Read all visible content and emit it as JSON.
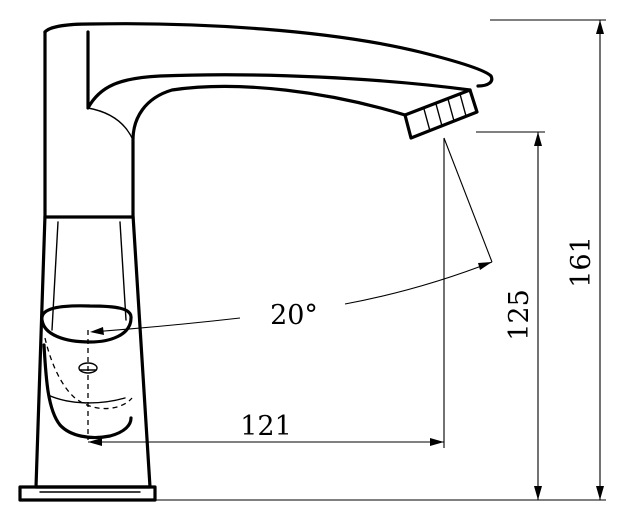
{
  "dimensions": {
    "spout_reach": "121",
    "outlet_height": "125",
    "total_height": "161",
    "spout_angle": "20°"
  }
}
